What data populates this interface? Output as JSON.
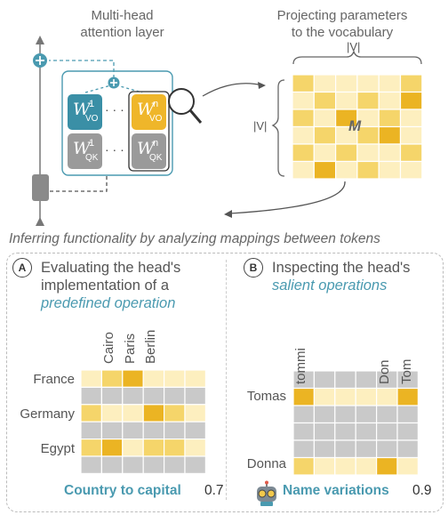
{
  "top": {
    "left_title": "Multi-head attention layer",
    "left_title_lines": [
      "Multi-head",
      "attention layer"
    ],
    "right_title_lines": [
      "Projecting parameters",
      "to the vocabulary"
    ],
    "matrix_label": "M",
    "vocab_label_top": "|V|",
    "vocab_label_left": "|V|",
    "weights": {
      "vo_1": {
        "base": "W",
        "sup": "1",
        "sub": "VO"
      },
      "qk_1": {
        "base": "W",
        "sup": "1",
        "sub": "QK"
      },
      "vo_n": {
        "base": "W",
        "sup": "n",
        "sub": "VO"
      },
      "qk_n": {
        "base": "W",
        "sup": "n",
        "sub": "QK"
      },
      "dots": "· · ·"
    }
  },
  "caption": "Inferring functionality by analyzing mappings between tokens",
  "panel_a": {
    "badge": "A",
    "title_lines": [
      "Evaluating the head's",
      "implementation of a"
    ],
    "title_highlight": "predefined operation",
    "columns": [
      "Cairo",
      "Paris",
      "Berlin"
    ],
    "rows": [
      "France",
      "Germany",
      "Egypt"
    ],
    "result_name": "Country to capital",
    "result_score": "0.7"
  },
  "panel_b": {
    "badge": "B",
    "title_line": "Inspecting the head's",
    "title_highlight": "salient operations",
    "columns": [
      "tommi",
      "Don",
      "Tom"
    ],
    "rows": [
      "Tomas",
      "Donna"
    ],
    "result_name": "Name variations",
    "result_score": "0.9"
  },
  "colors": {
    "teal": "#4a9ab0",
    "light_yellow": "#fdefbf",
    "mid_yellow": "#f5d56a",
    "dark_yellow": "#ebb423",
    "gray_cell": "#c9c9c9",
    "weight_teal": "#3a8fa6",
    "weight_yellow": "#efb62a",
    "weight_gray": "#9a9a9a"
  },
  "icons": [
    "plus-circle-icon",
    "magnifier-icon",
    "robot-icon"
  ]
}
